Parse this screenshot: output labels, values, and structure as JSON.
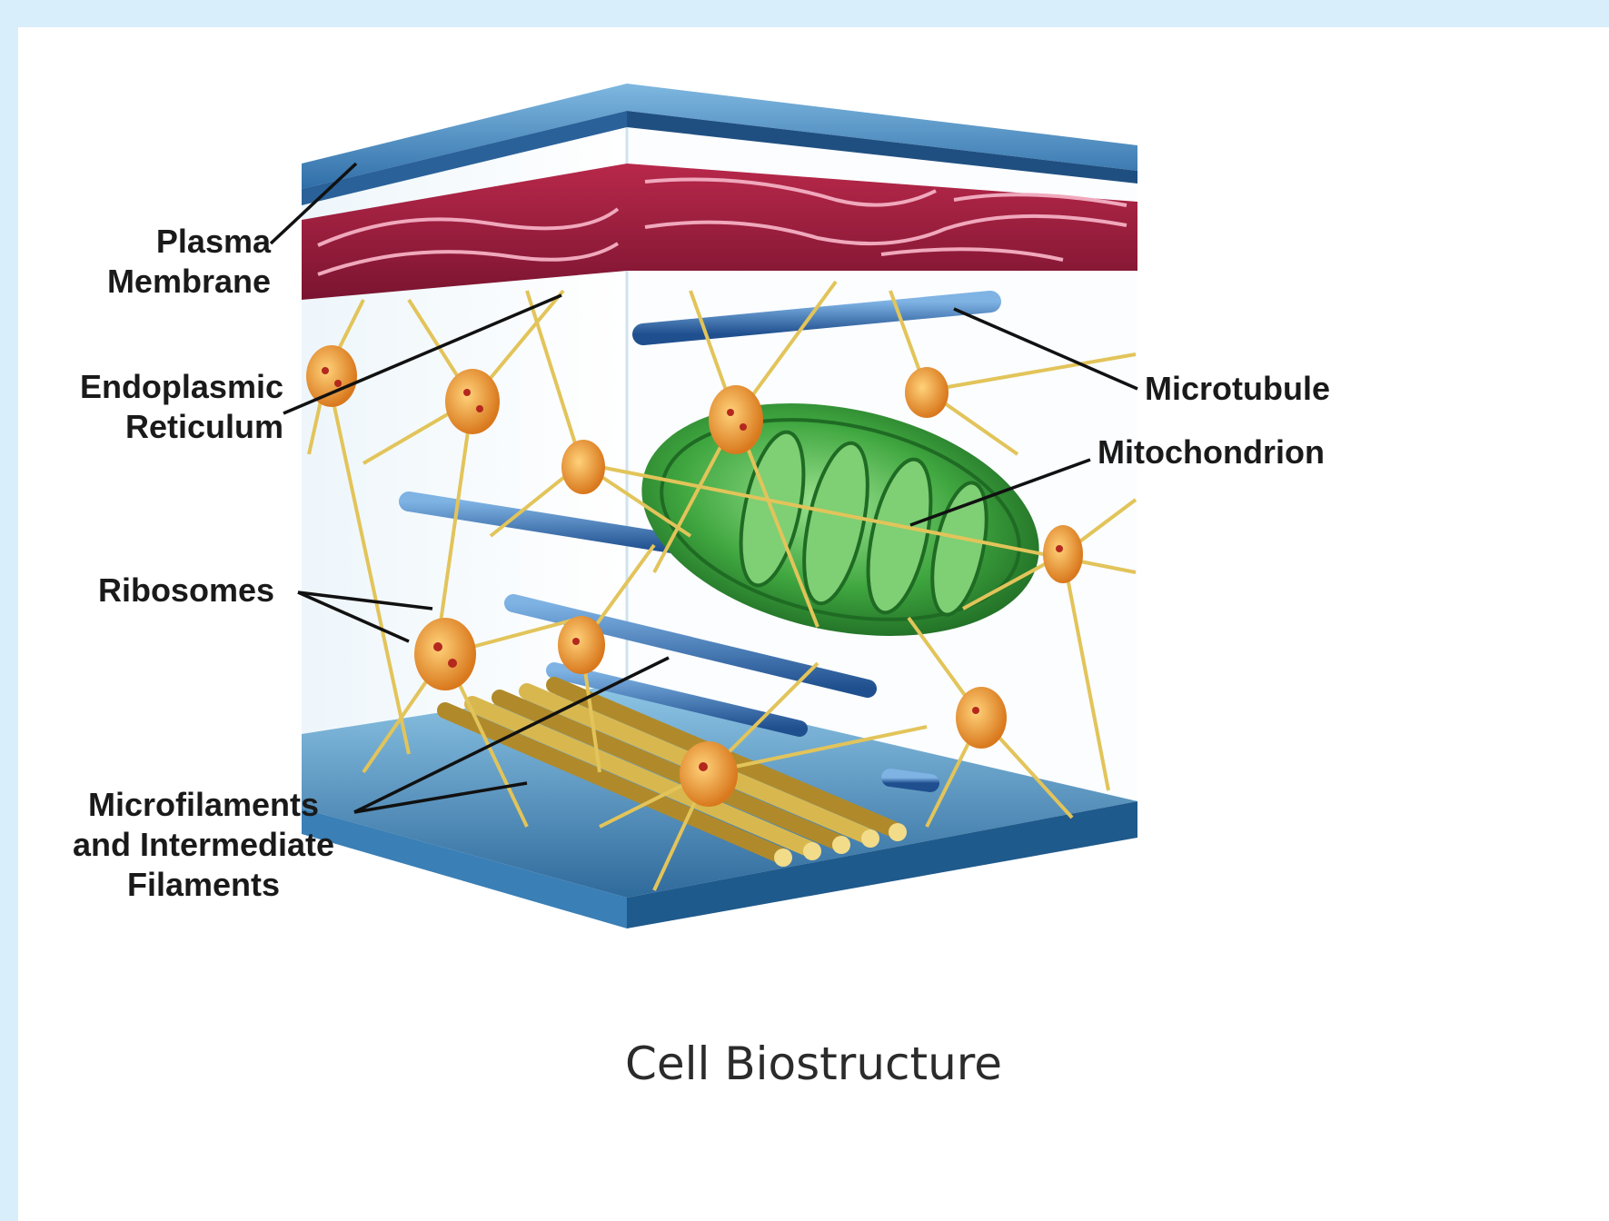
{
  "labels": {
    "plasma_membrane": [
      "Plasma",
      "Membrane"
    ],
    "endoplasmic_reticulum": [
      "Endoplasmic",
      "Reticulum"
    ],
    "ribosomes": [
      "Ribosomes"
    ],
    "microfilaments": [
      "Microfilaments",
      "and Intermediate",
      "Filaments"
    ],
    "microtubule": [
      "Microtubule"
    ],
    "mitochondrion": [
      "Mitochondrion"
    ]
  },
  "caption": "Cell Biostructure",
  "colors": {
    "background": "#d9eefb",
    "panel": "#ffffff",
    "membrane_blue": "#4a8fc8",
    "er_red": "#9c1c3a",
    "mitochondrion_green": "#3fa63f",
    "microtubule_blue": "#3a74b8",
    "filament_yellow": "#e2c45a",
    "ribosome_orange": "#e8932a"
  }
}
